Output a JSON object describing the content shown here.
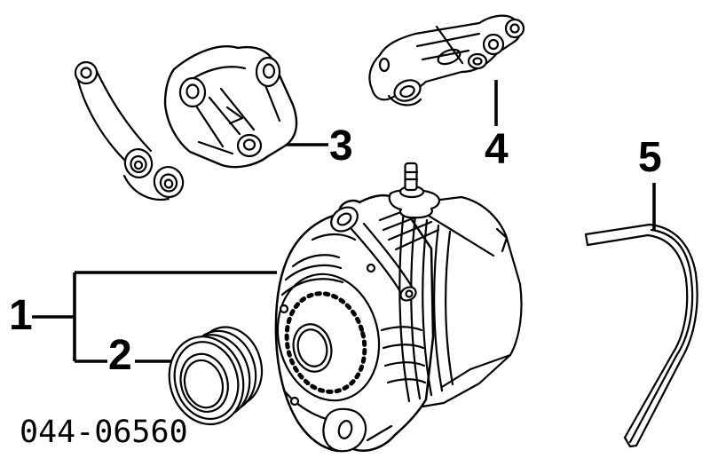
{
  "page": {
    "background_color": "#ffffff",
    "line_color": "#000000"
  },
  "callouts": [
    {
      "label": "1"
    },
    {
      "label": "2"
    },
    {
      "label": "3"
    },
    {
      "label": "4"
    },
    {
      "label": "5"
    }
  ],
  "footer": {
    "code": "044-06560"
  }
}
